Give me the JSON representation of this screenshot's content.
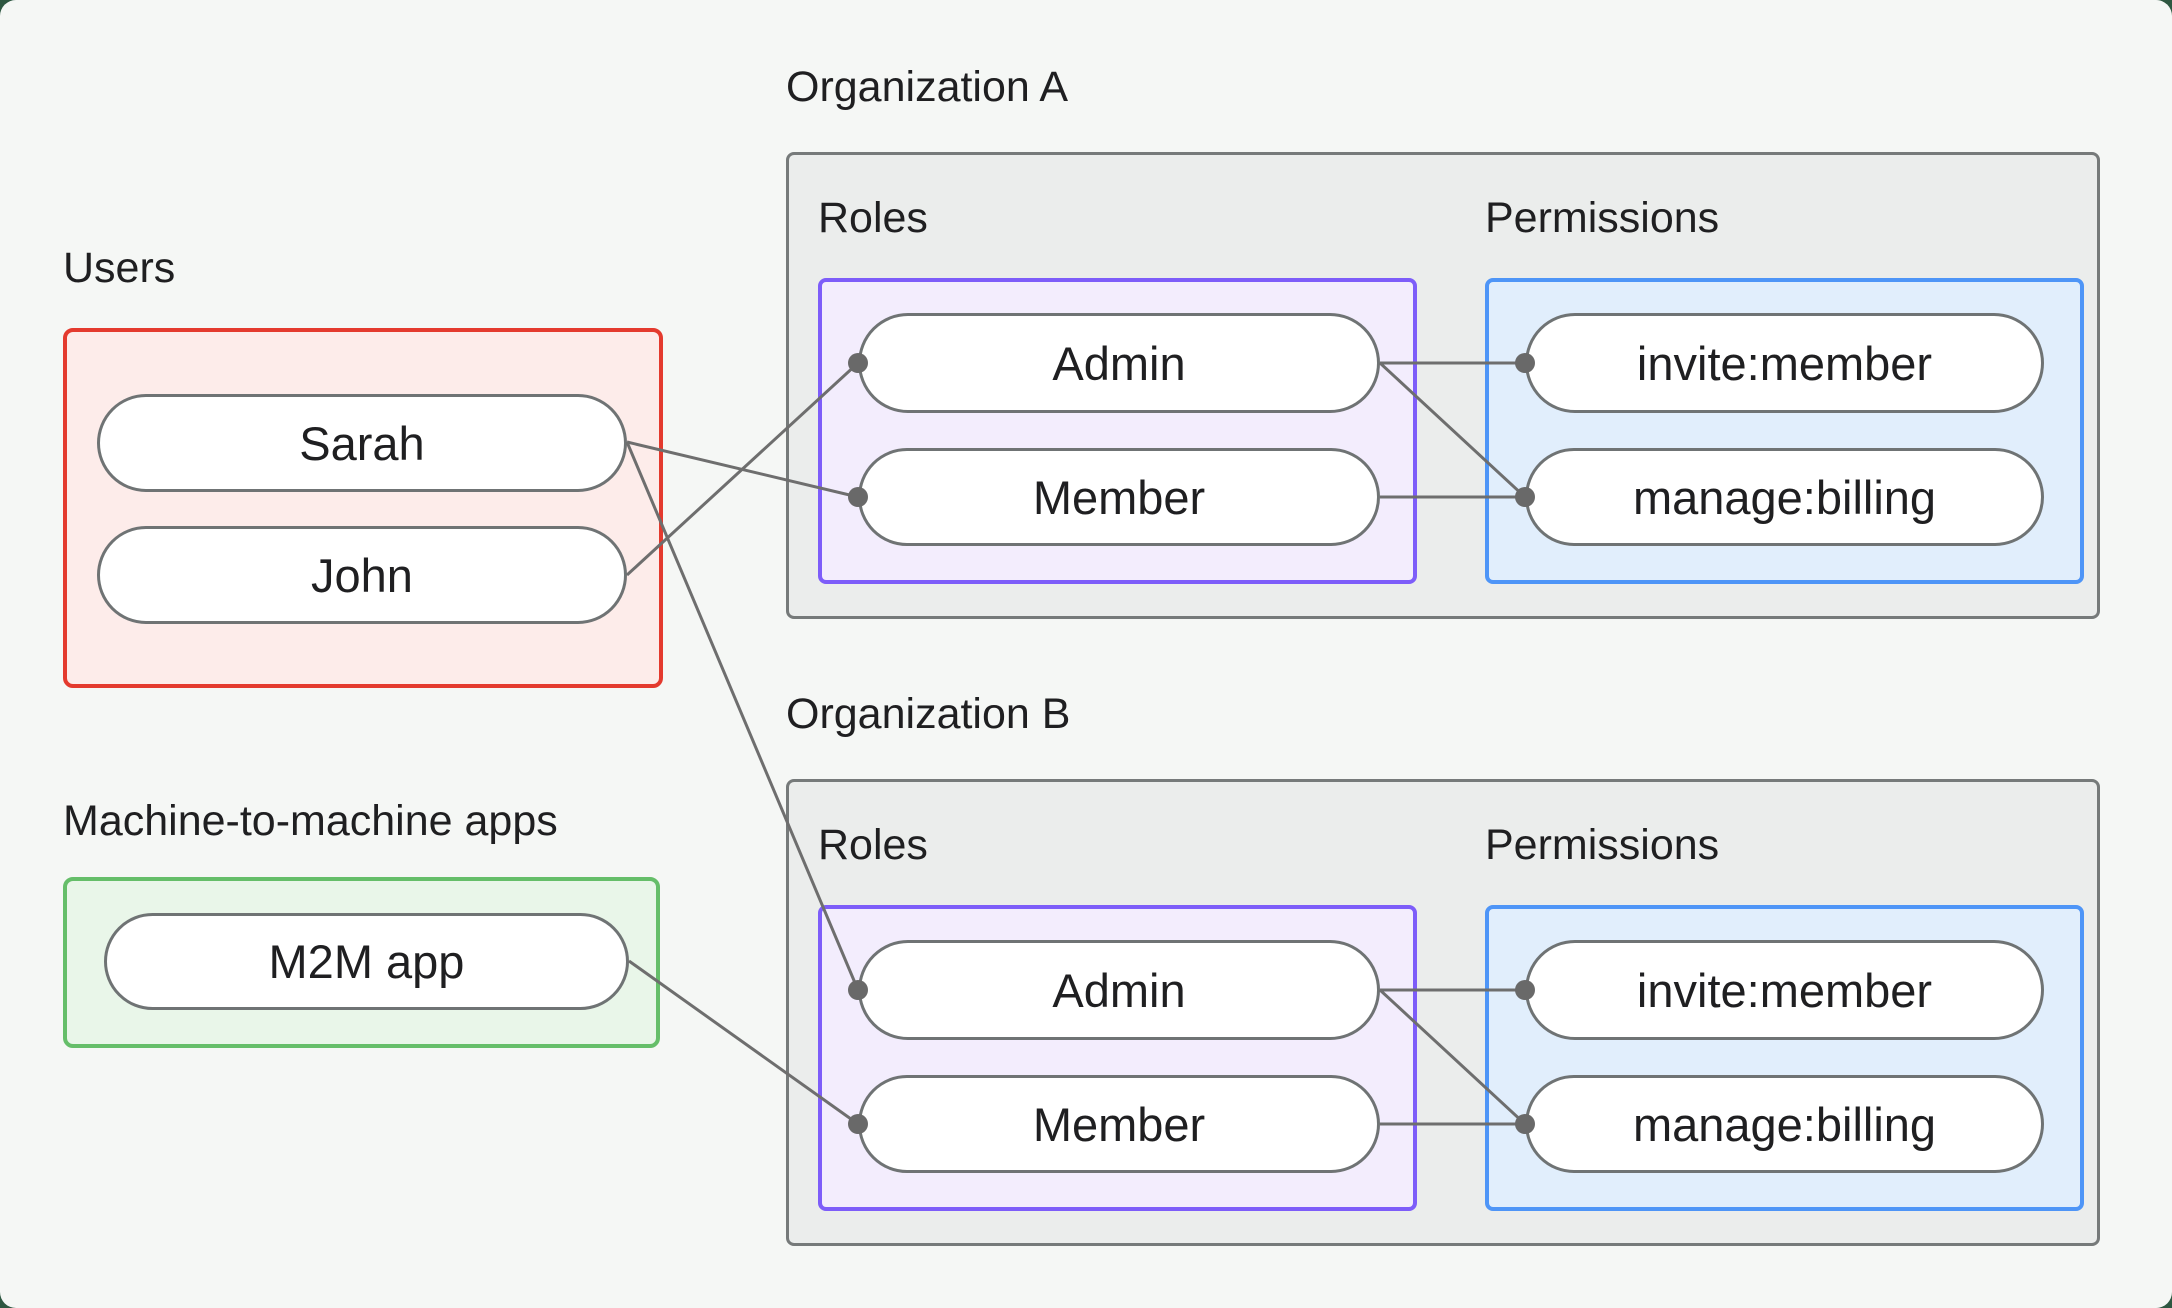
{
  "page": {
    "background_outer_color": "#2e5741",
    "background_panel_color": "#f5f7f5",
    "line_color": "#6e6e6e",
    "dot_color": "#696969",
    "text_color": "#1f1f21"
  },
  "left_column": {
    "users_group": {
      "title": "Users",
      "border_color": "#e43a2e",
      "fill_color": "#fdecea",
      "nodes": [
        {
          "label": "Sarah"
        },
        {
          "label": "John"
        }
      ]
    },
    "m2m_group": {
      "title": "Machine-to-machine apps",
      "border_color": "#65be69",
      "fill_color": "#e9f6e9",
      "nodes": [
        {
          "label": "M2M app"
        }
      ]
    }
  },
  "organizations": [
    {
      "title": "Organization A",
      "roles_label": "Roles",
      "permissions_label": "Permissions",
      "roles_border_color": "#7d5df9",
      "roles_fill_color": "#f3edfd",
      "permissions_border_color": "#4e95f7",
      "permissions_fill_color": "#e1eefc",
      "roles": [
        {
          "label": "Admin"
        },
        {
          "label": "Member"
        }
      ],
      "permissions": [
        {
          "label": "invite:member"
        },
        {
          "label": "manage:billing"
        }
      ]
    },
    {
      "title": "Organization B",
      "roles_label": "Roles",
      "permissions_label": "Permissions",
      "roles_border_color": "#7d5df9",
      "roles_fill_color": "#f3edfd",
      "permissions_border_color": "#4e95f7",
      "permissions_fill_color": "#e1eefc",
      "roles": [
        {
          "label": "Admin"
        },
        {
          "label": "Member"
        }
      ],
      "permissions": [
        {
          "label": "invite:member"
        },
        {
          "label": "manage:billing"
        }
      ]
    }
  ],
  "edges": [
    {
      "from": "user-sarah",
      "to": "org-a-role-member"
    },
    {
      "from": "user-john",
      "to": "org-a-role-admin"
    },
    {
      "from": "user-sarah",
      "to": "org-b-role-admin"
    },
    {
      "from": "m2m-app",
      "to": "org-b-role-member"
    },
    {
      "from": "org-a-role-admin",
      "to": "org-a-permission-invite-member"
    },
    {
      "from": "org-a-role-admin",
      "to": "org-a-permission-manage-billing"
    },
    {
      "from": "org-a-role-member",
      "to": "org-a-permission-manage-billing"
    },
    {
      "from": "org-b-role-admin",
      "to": "org-b-permission-invite-member"
    },
    {
      "from": "org-b-role-admin",
      "to": "org-b-permission-manage-billing"
    },
    {
      "from": "org-b-role-member",
      "to": "org-b-permission-manage-billing"
    }
  ]
}
